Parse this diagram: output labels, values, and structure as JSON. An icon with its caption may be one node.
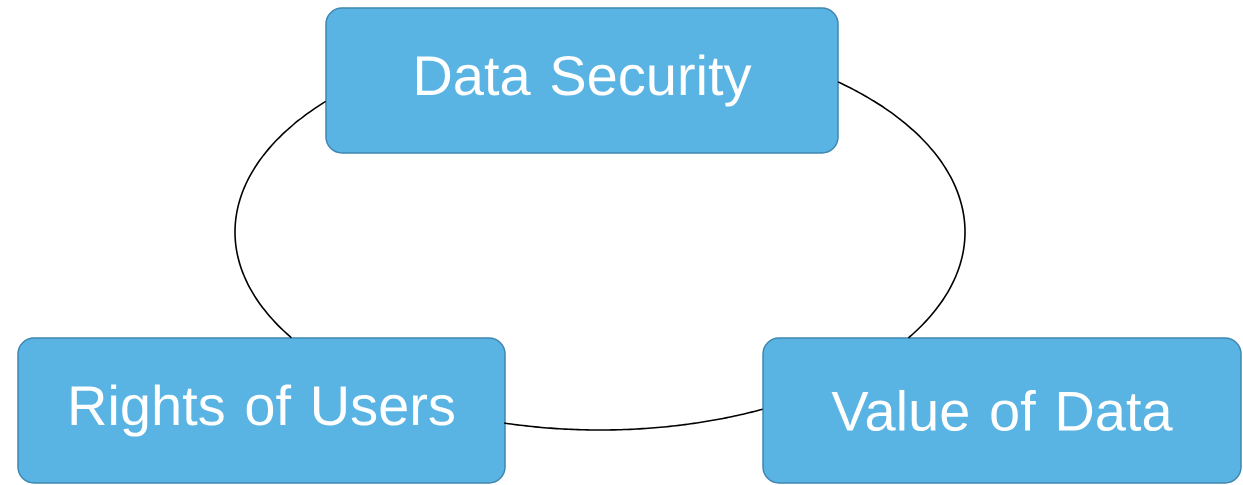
{
  "diagram": {
    "nodes": [
      {
        "text": [
          "Data Security"
        ]
      },
      {
        "text": [
          "Rights of Users"
        ]
      },
      {
        "text": [
          "Value of Data"
        ]
      }
    ],
    "edges": [
      {
        "from": 0,
        "to": 2,
        "arrow": "none"
      },
      {
        "from": 2,
        "to": 1,
        "arrow": "none"
      },
      {
        "from": 1,
        "to": 0,
        "arrow": "none"
      }
    ]
  }
}
